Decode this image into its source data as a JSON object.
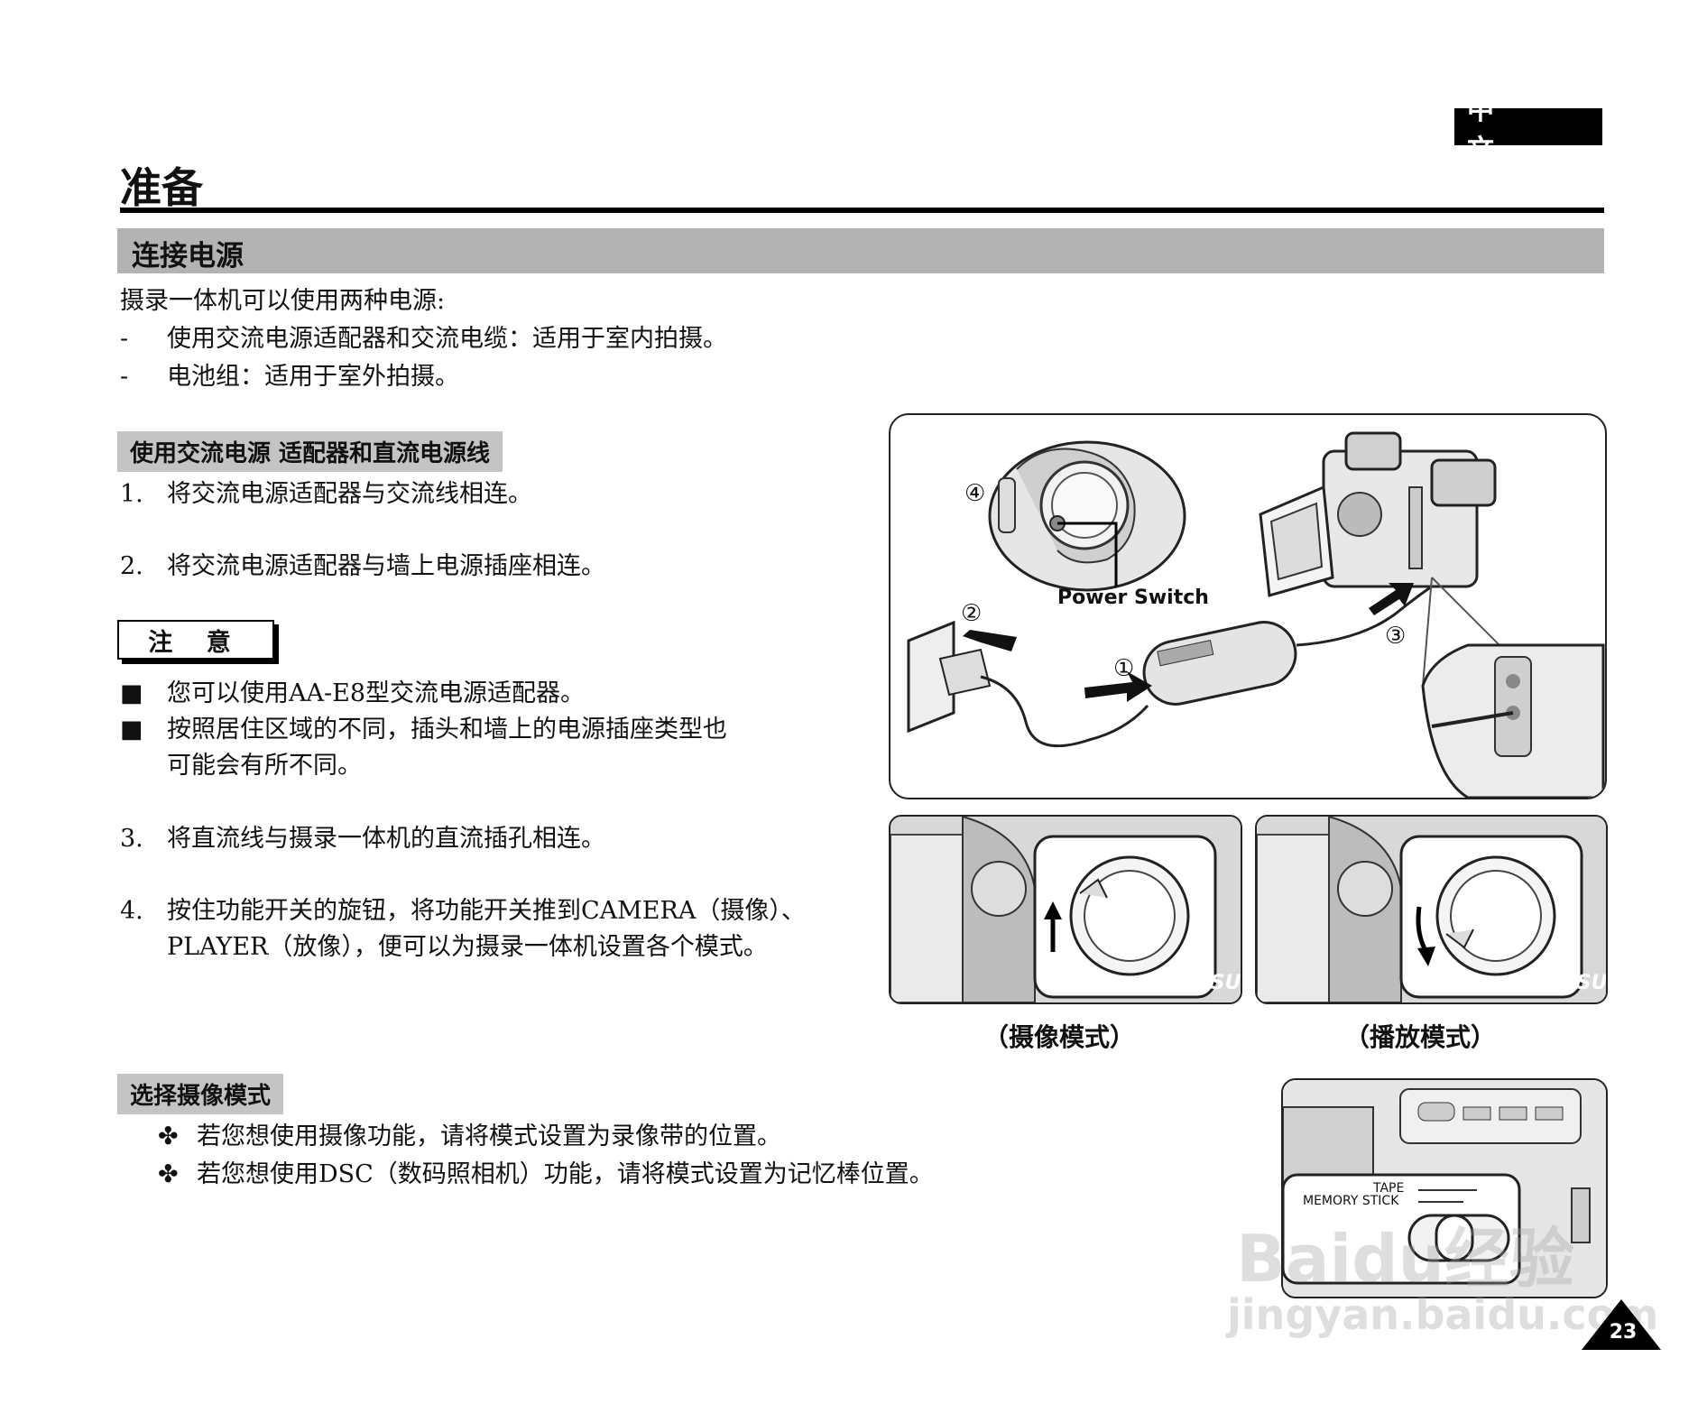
{
  "header": {
    "language_tab": "中 文",
    "page_title": "准备"
  },
  "section": {
    "title": "连接电源"
  },
  "intro": {
    "line": "摄录一体机可以使用两种电源:",
    "bullets": [
      {
        "marker": "-",
        "text": "使用交流电源适配器和交流电缆：适用于室内拍摄。"
      },
      {
        "marker": "-",
        "text": "电池组：适用于室外拍摄。"
      }
    ]
  },
  "ac_section": {
    "heading": "使用交流电源 适配器和直流电源线",
    "steps": [
      {
        "num": "1.",
        "text": "将交流电源适配器与交流线相连。"
      },
      {
        "num": "2.",
        "text": "将交流电源适配器与墙上电源插座相连。"
      }
    ]
  },
  "note": {
    "label": "注 意",
    "items": [
      {
        "marker": "■",
        "lines": [
          "您可以使用AA-E8型交流电源适配器。"
        ]
      },
      {
        "marker": "■",
        "lines": [
          "按照居住区域的不同，插头和墙上的电源插座类型也",
          "可能会有所不同。"
        ]
      }
    ]
  },
  "steps_more": [
    {
      "num": "3.",
      "lines": [
        "将直流线与摄录一体机的直流插孔相连。"
      ]
    },
    {
      "num": "4.",
      "lines": [
        "按住功能开关的旋钮，将功能开关推到CAMERA（摄像）、",
        "PLAYER（放像），便可以为摄录一体机设置各个模式。"
      ]
    }
  ],
  "mode_select": {
    "heading": "选择摄像模式",
    "items": [
      {
        "marker": "✤",
        "text": "若您想使用摄像功能，请将模式设置为录像带的位置。"
      },
      {
        "marker": "✤",
        "text": "若您想使用DSC（数码照相机）功能，请将模式设置为记忆棒位置。"
      }
    ]
  },
  "figures": {
    "connection": {
      "markers": [
        "④",
        "②",
        "①",
        "③"
      ],
      "power_switch_label": "Power Switch"
    },
    "captions": {
      "camera_mode": "（摄像模式）",
      "player_mode": "（播放模式）"
    },
    "brand_fragment": "SAMSUNG",
    "tape_switch": {
      "tape_label": "TAPE",
      "memory_label": "MEMORY STICK"
    }
  },
  "watermark": {
    "logo": "Baidu经验",
    "url": "jingyan.baidu.com"
  },
  "page_number": "23"
}
